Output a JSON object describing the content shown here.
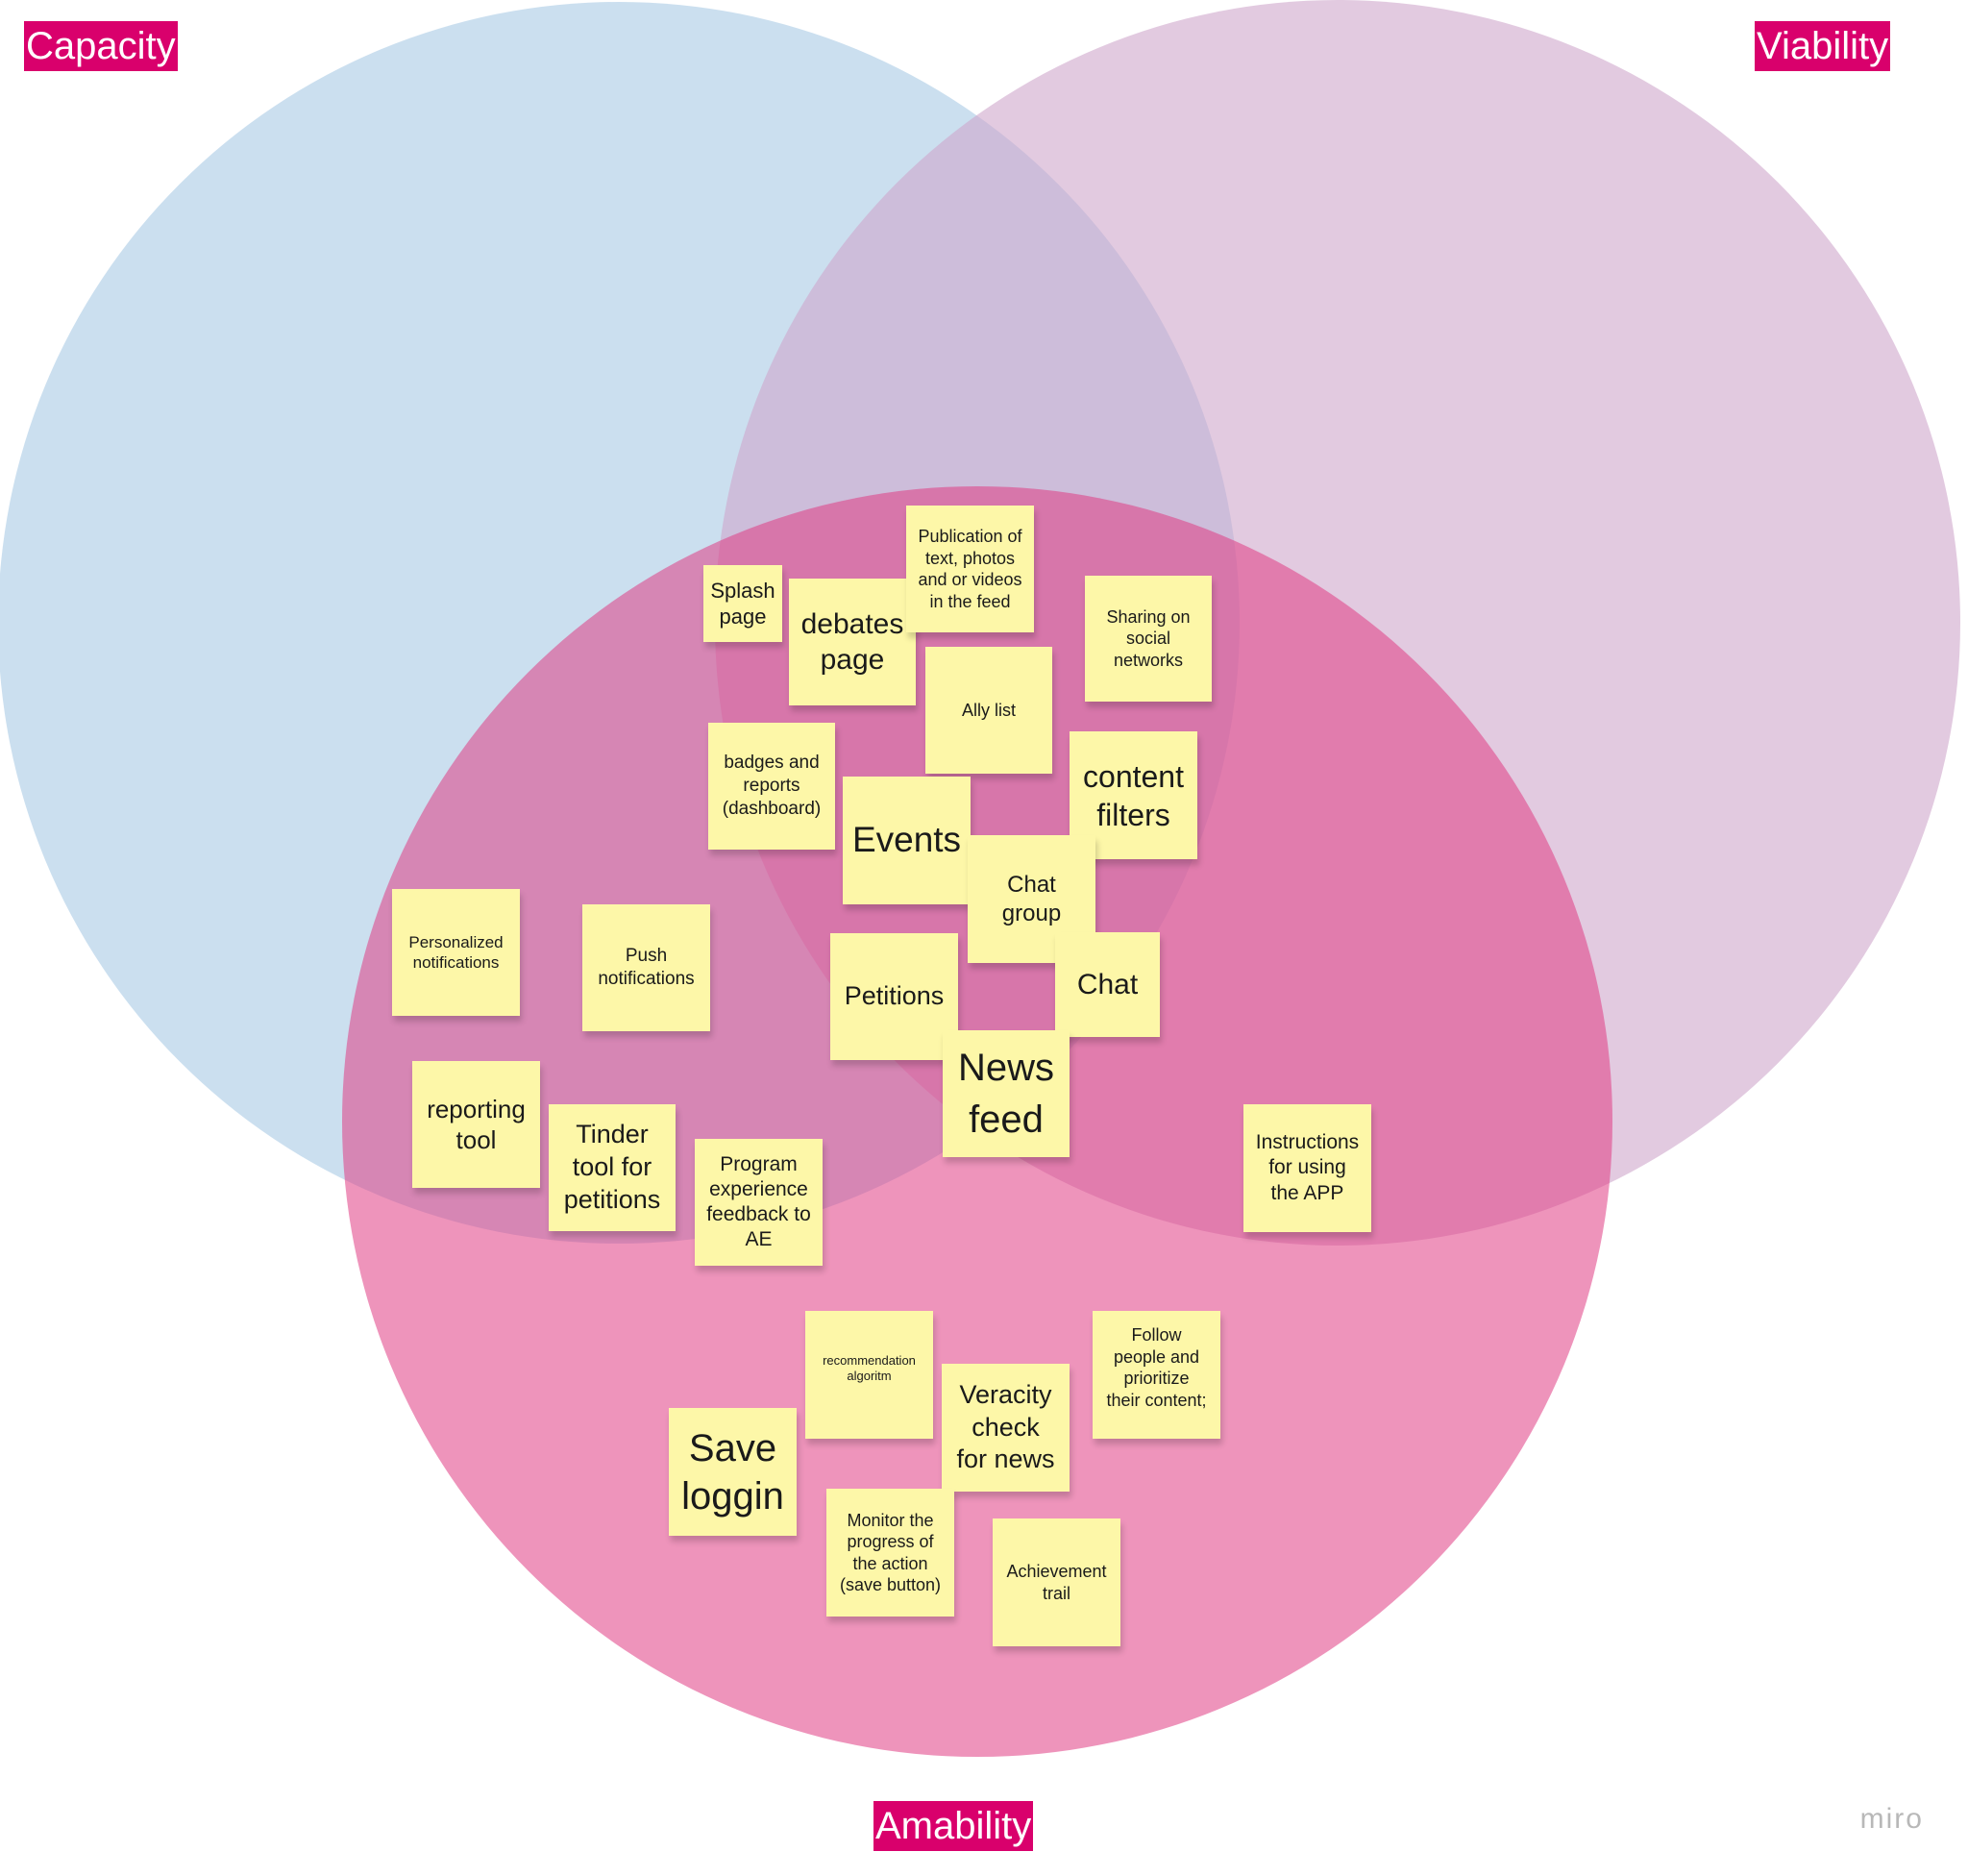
{
  "circles": {
    "capacity": {
      "label": "Capacity",
      "color": "#a9c9e4"
    },
    "viability": {
      "label": "Viability",
      "color": "#cfa6cc"
    },
    "amability": {
      "label": "Amability",
      "color": "#e03c84"
    }
  },
  "label_color": "#d9006c",
  "note_color": "#fdf7a8",
  "notes": {
    "splash_page": "Splash\npage",
    "debates_page": "debates\npage",
    "publication": "Publication of\ntext, photos\nand or videos\nin the feed",
    "sharing": "Sharing on\nsocial\nnetworks",
    "ally_list": "Ally list",
    "badges": "badges and\nreports\n(dashboard)",
    "content_filters": "content\nfilters",
    "events": "Events",
    "chat_group": "Chat\ngroup",
    "personalized_notifications": "Personalized\nnotifications",
    "push_notifications": "Push\nnotifications",
    "petitions": "Petitions",
    "chat": "Chat",
    "news_feed": "News\nfeed",
    "reporting_tool": "reporting\ntool",
    "tinder_tool": "Tinder\ntool for\npetitions",
    "program_feedback": "Program\nexperience\nfeedback to\nAE",
    "instructions": "Instructions\nfor using\nthe APP",
    "recommendation": "recommendation\nalgoritm",
    "follow_people": "Follow\npeople and\nprioritize\ntheir content;",
    "veracity": "Veracity\ncheck\nfor news",
    "save_loggin": "Save\nloggin",
    "monitor_progress": "Monitor the\nprogress of\nthe action\n(save button)",
    "achievement_trail": "Achievement\ntrail"
  },
  "watermark": "miro"
}
